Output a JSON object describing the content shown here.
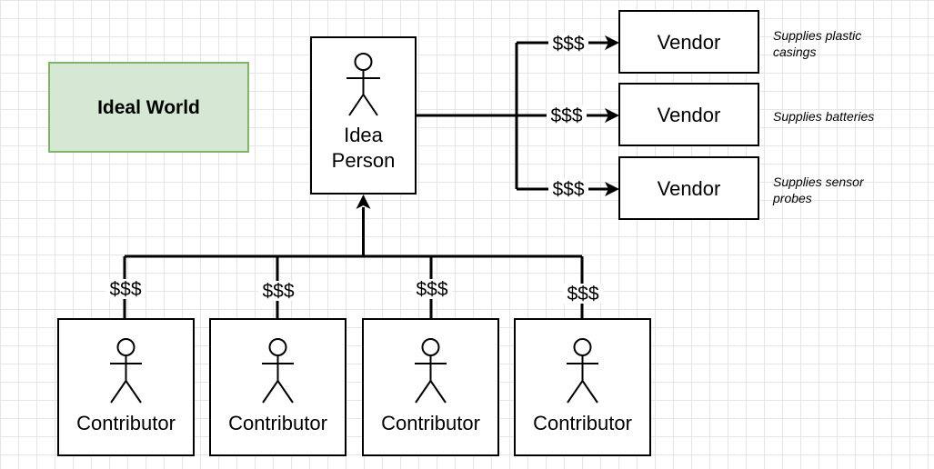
{
  "title": "Ideal World",
  "idea_person": {
    "line1": "Idea",
    "line2": "Person"
  },
  "money_label": "$$$",
  "vendors": [
    {
      "label": "Vendor",
      "note_line1": "Supplies plastic",
      "note_line2": "casings"
    },
    {
      "label": "Vendor",
      "note_line1": "Supplies batteries",
      "note_line2": ""
    },
    {
      "label": "Vendor",
      "note_line1": "Supplies sensor",
      "note_line2": "probes"
    }
  ],
  "contributors": [
    {
      "label": "Contributor"
    },
    {
      "label": "Contributor"
    },
    {
      "label": "Contributor"
    },
    {
      "label": "Contributor"
    }
  ],
  "colors": {
    "title_fill": "#d5e8d4",
    "title_stroke": "#82b366"
  }
}
